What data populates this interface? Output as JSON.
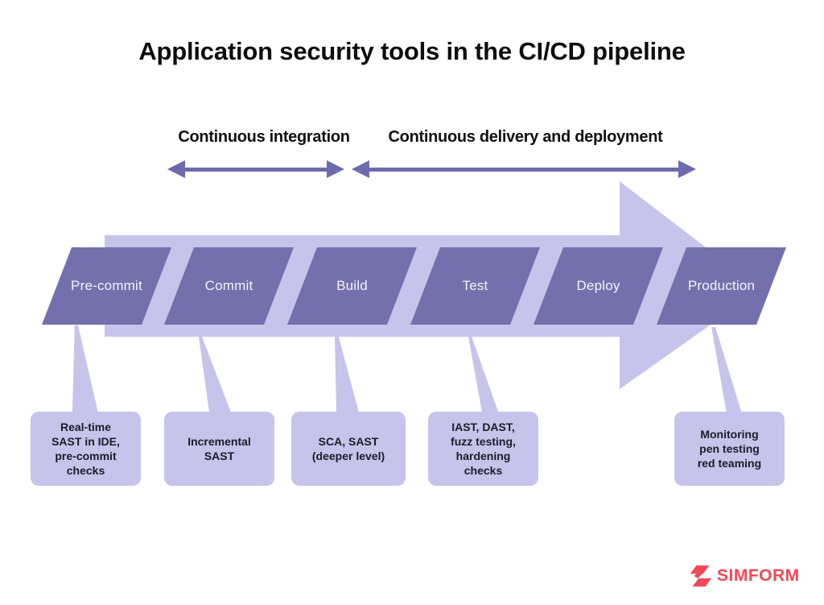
{
  "title": "Application security tools in the CI/CD pipeline",
  "phases": [
    {
      "label": "Continuous integration"
    },
    {
      "label": "Continuous delivery and deployment"
    }
  ],
  "stages": [
    {
      "label": "Pre-commit",
      "tools": "Real-time\nSAST in IDE,\npre-commit\nchecks"
    },
    {
      "label": "Commit",
      "tools": "Incremental\nSAST"
    },
    {
      "label": "Build",
      "tools": "SCA, SAST\n(deeper level)"
    },
    {
      "label": "Test",
      "tools": "IAST, DAST,\nfuzz testing,\nhardening\nchecks"
    },
    {
      "label": "Deploy",
      "tools": ""
    },
    {
      "label": "Production",
      "tools": "Monitoring\npen testing\nred teaming"
    }
  ],
  "colors": {
    "stage_fill": "#7470ad",
    "pipeline_light_fill": "#c6c4eb",
    "span_arrow": "#6d6bae",
    "stage_text": "#f4f3fb",
    "callout_text": "#1c1c24",
    "title_text": "#0d0d0d",
    "brand_red": "#ef4956",
    "background": "#ffffff"
  },
  "logo": {
    "brand": "SIMFORM",
    "icon": "simform-s-mark"
  }
}
